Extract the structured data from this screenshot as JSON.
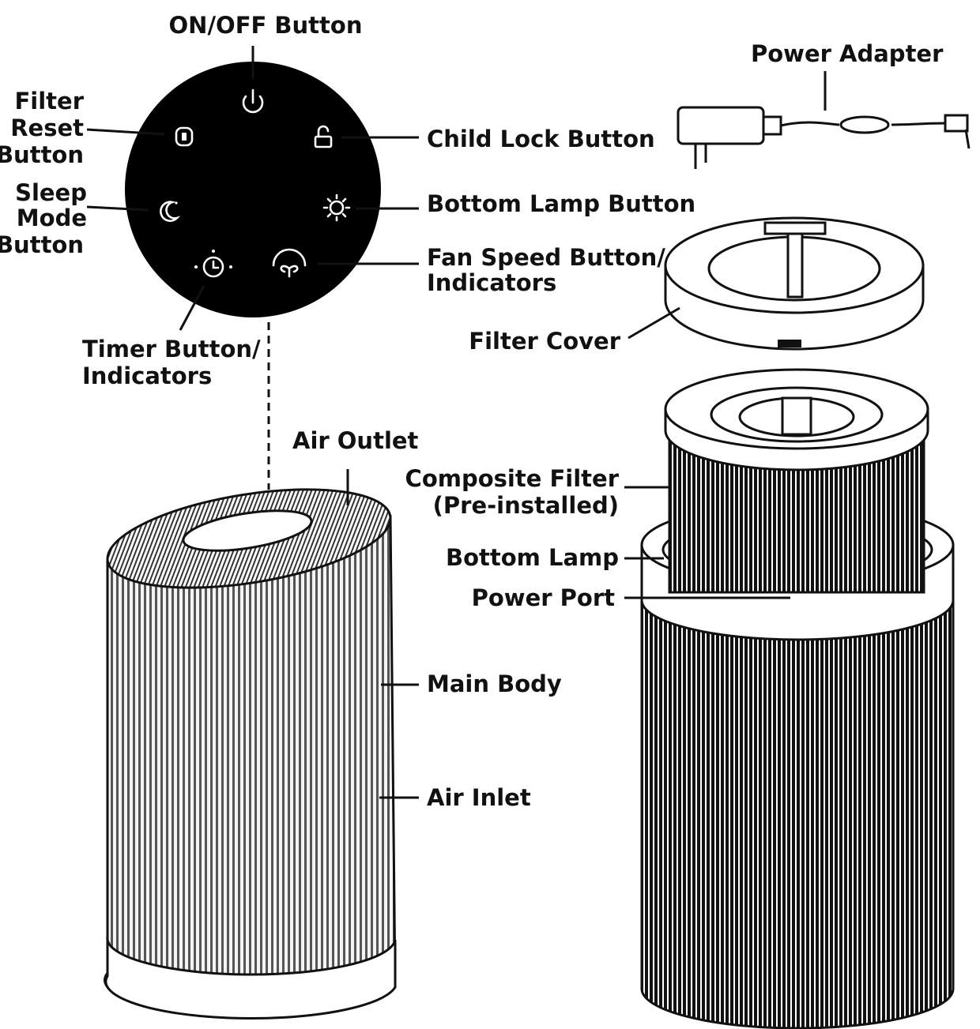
{
  "labels": {
    "on_off": "ON/OFF Button",
    "filter_reset": [
      "Filter",
      "Reset",
      "Button"
    ],
    "child_lock": "Child Lock Button",
    "sleep_mode": [
      "Sleep",
      "Mode",
      "Button"
    ],
    "bottom_lamp_button": "Bottom Lamp Button",
    "fan_speed": [
      "Fan Speed Button/",
      "Indicators"
    ],
    "timer": [
      "Timer Button/",
      "Indicators"
    ],
    "power_adapter": "Power Adapter",
    "filter_cover": "Filter Cover",
    "air_outlet": "Air Outlet",
    "composite_filter": [
      "Composite Filter",
      "(Pre-installed)"
    ],
    "bottom_lamp": "Bottom Lamp",
    "power_port": "Power Port",
    "main_body": "Main Body",
    "air_inlet": "Air Inlet"
  },
  "icons": [
    "power-icon",
    "filter-reset-icon",
    "lock-icon",
    "moon-icon",
    "sun-icon",
    "timer-icon",
    "fan-icon"
  ],
  "colors": {
    "ink": "#111111",
    "panel": "#000000",
    "background": "#ffffff"
  }
}
